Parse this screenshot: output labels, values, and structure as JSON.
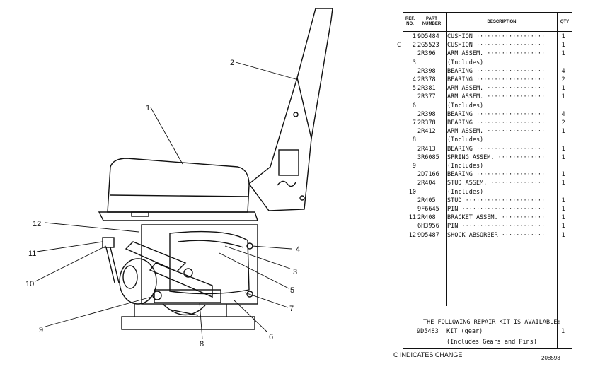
{
  "callouts": [
    "1",
    "2",
    "3",
    "4",
    "5",
    "6",
    "7",
    "8",
    "9",
    "10",
    "11",
    "12"
  ],
  "table": {
    "headers": {
      "ref": "REF. NO.",
      "part": "PART NUMBER",
      "desc": "DESCRIPTION",
      "qty": "QTY"
    },
    "rows": [
      {
        "ref": "1",
        "part": "9D5484",
        "desc": "CUSHION",
        "qty": "1",
        "changed": false
      },
      {
        "ref": "2",
        "part": "2G5523",
        "desc": "CUSHION",
        "qty": "1",
        "changed": true
      },
      {
        "ref": "",
        "part": "2R396",
        "desc": "ARM ASSEM.",
        "qty": "1",
        "changed": false
      },
      {
        "ref": "3",
        "part": "",
        "desc": "(Includes)",
        "qty": "",
        "changed": false
      },
      {
        "ref": "",
        "part": "2R398",
        "desc": "BEARING",
        "qty": "4",
        "changed": false
      },
      {
        "ref": "4",
        "part": "2R378",
        "desc": "BEARING",
        "qty": "2",
        "changed": false
      },
      {
        "ref": "5",
        "part": "2R381",
        "desc": "ARM ASSEM.",
        "qty": "1",
        "changed": false
      },
      {
        "ref": "",
        "part": "2R377",
        "desc": "ARM ASSEM.",
        "qty": "1",
        "changed": false
      },
      {
        "ref": "6",
        "part": "",
        "desc": "(Includes)",
        "qty": "",
        "changed": false
      },
      {
        "ref": "",
        "part": "2R398",
        "desc": "BEARING",
        "qty": "4",
        "changed": false
      },
      {
        "ref": "7",
        "part": "2R378",
        "desc": "BEARING",
        "qty": "2",
        "changed": false
      },
      {
        "ref": "",
        "part": "2R412",
        "desc": "ARM ASSEM.",
        "qty": "1",
        "changed": false
      },
      {
        "ref": "8",
        "part": "",
        "desc": "(Includes)",
        "qty": "",
        "changed": false
      },
      {
        "ref": "",
        "part": "2R413",
        "desc": "BEARING",
        "qty": "1",
        "changed": false
      },
      {
        "ref": "",
        "part": "3R6085",
        "desc": "SPRING ASSEM.",
        "qty": "1",
        "changed": false
      },
      {
        "ref": "9",
        "part": "",
        "desc": "(Includes)",
        "qty": "",
        "changed": false
      },
      {
        "ref": "",
        "part": "2D7166",
        "desc": "BEARING",
        "qty": "1",
        "changed": false
      },
      {
        "ref": "",
        "part": "2R404",
        "desc": "STUD ASSEM.",
        "qty": "1",
        "changed": false
      },
      {
        "ref": "10",
        "part": "",
        "desc": "(Includes)",
        "qty": "",
        "changed": false
      },
      {
        "ref": "",
        "part": "2R405",
        "desc": "STUD",
        "qty": "1",
        "changed": false
      },
      {
        "ref": "",
        "part": "9F6645",
        "desc": "PIN",
        "qty": "1",
        "changed": false
      },
      {
        "ref": "11",
        "part": "2R408",
        "desc": "BRACKET ASSEM.",
        "qty": "1",
        "changed": false
      },
      {
        "ref": "",
        "part": "6H3956",
        "desc": "PIN",
        "qty": "1",
        "changed": false
      },
      {
        "ref": "12",
        "part": "9D5487",
        "desc": "SHOCK ABSORBER",
        "qty": "1",
        "changed": false
      }
    ]
  },
  "kit": {
    "heading": "THE FOLLOWING REPAIR KIT IS AVAILABLE:",
    "part": "9D5483",
    "desc": "KIT (gear)",
    "qty": "1",
    "note": "(Includes Gears and Pins)"
  },
  "footer": {
    "change_symbol": "C",
    "change_note": "C INDICATES CHANGE",
    "illustration_number": "208593"
  }
}
